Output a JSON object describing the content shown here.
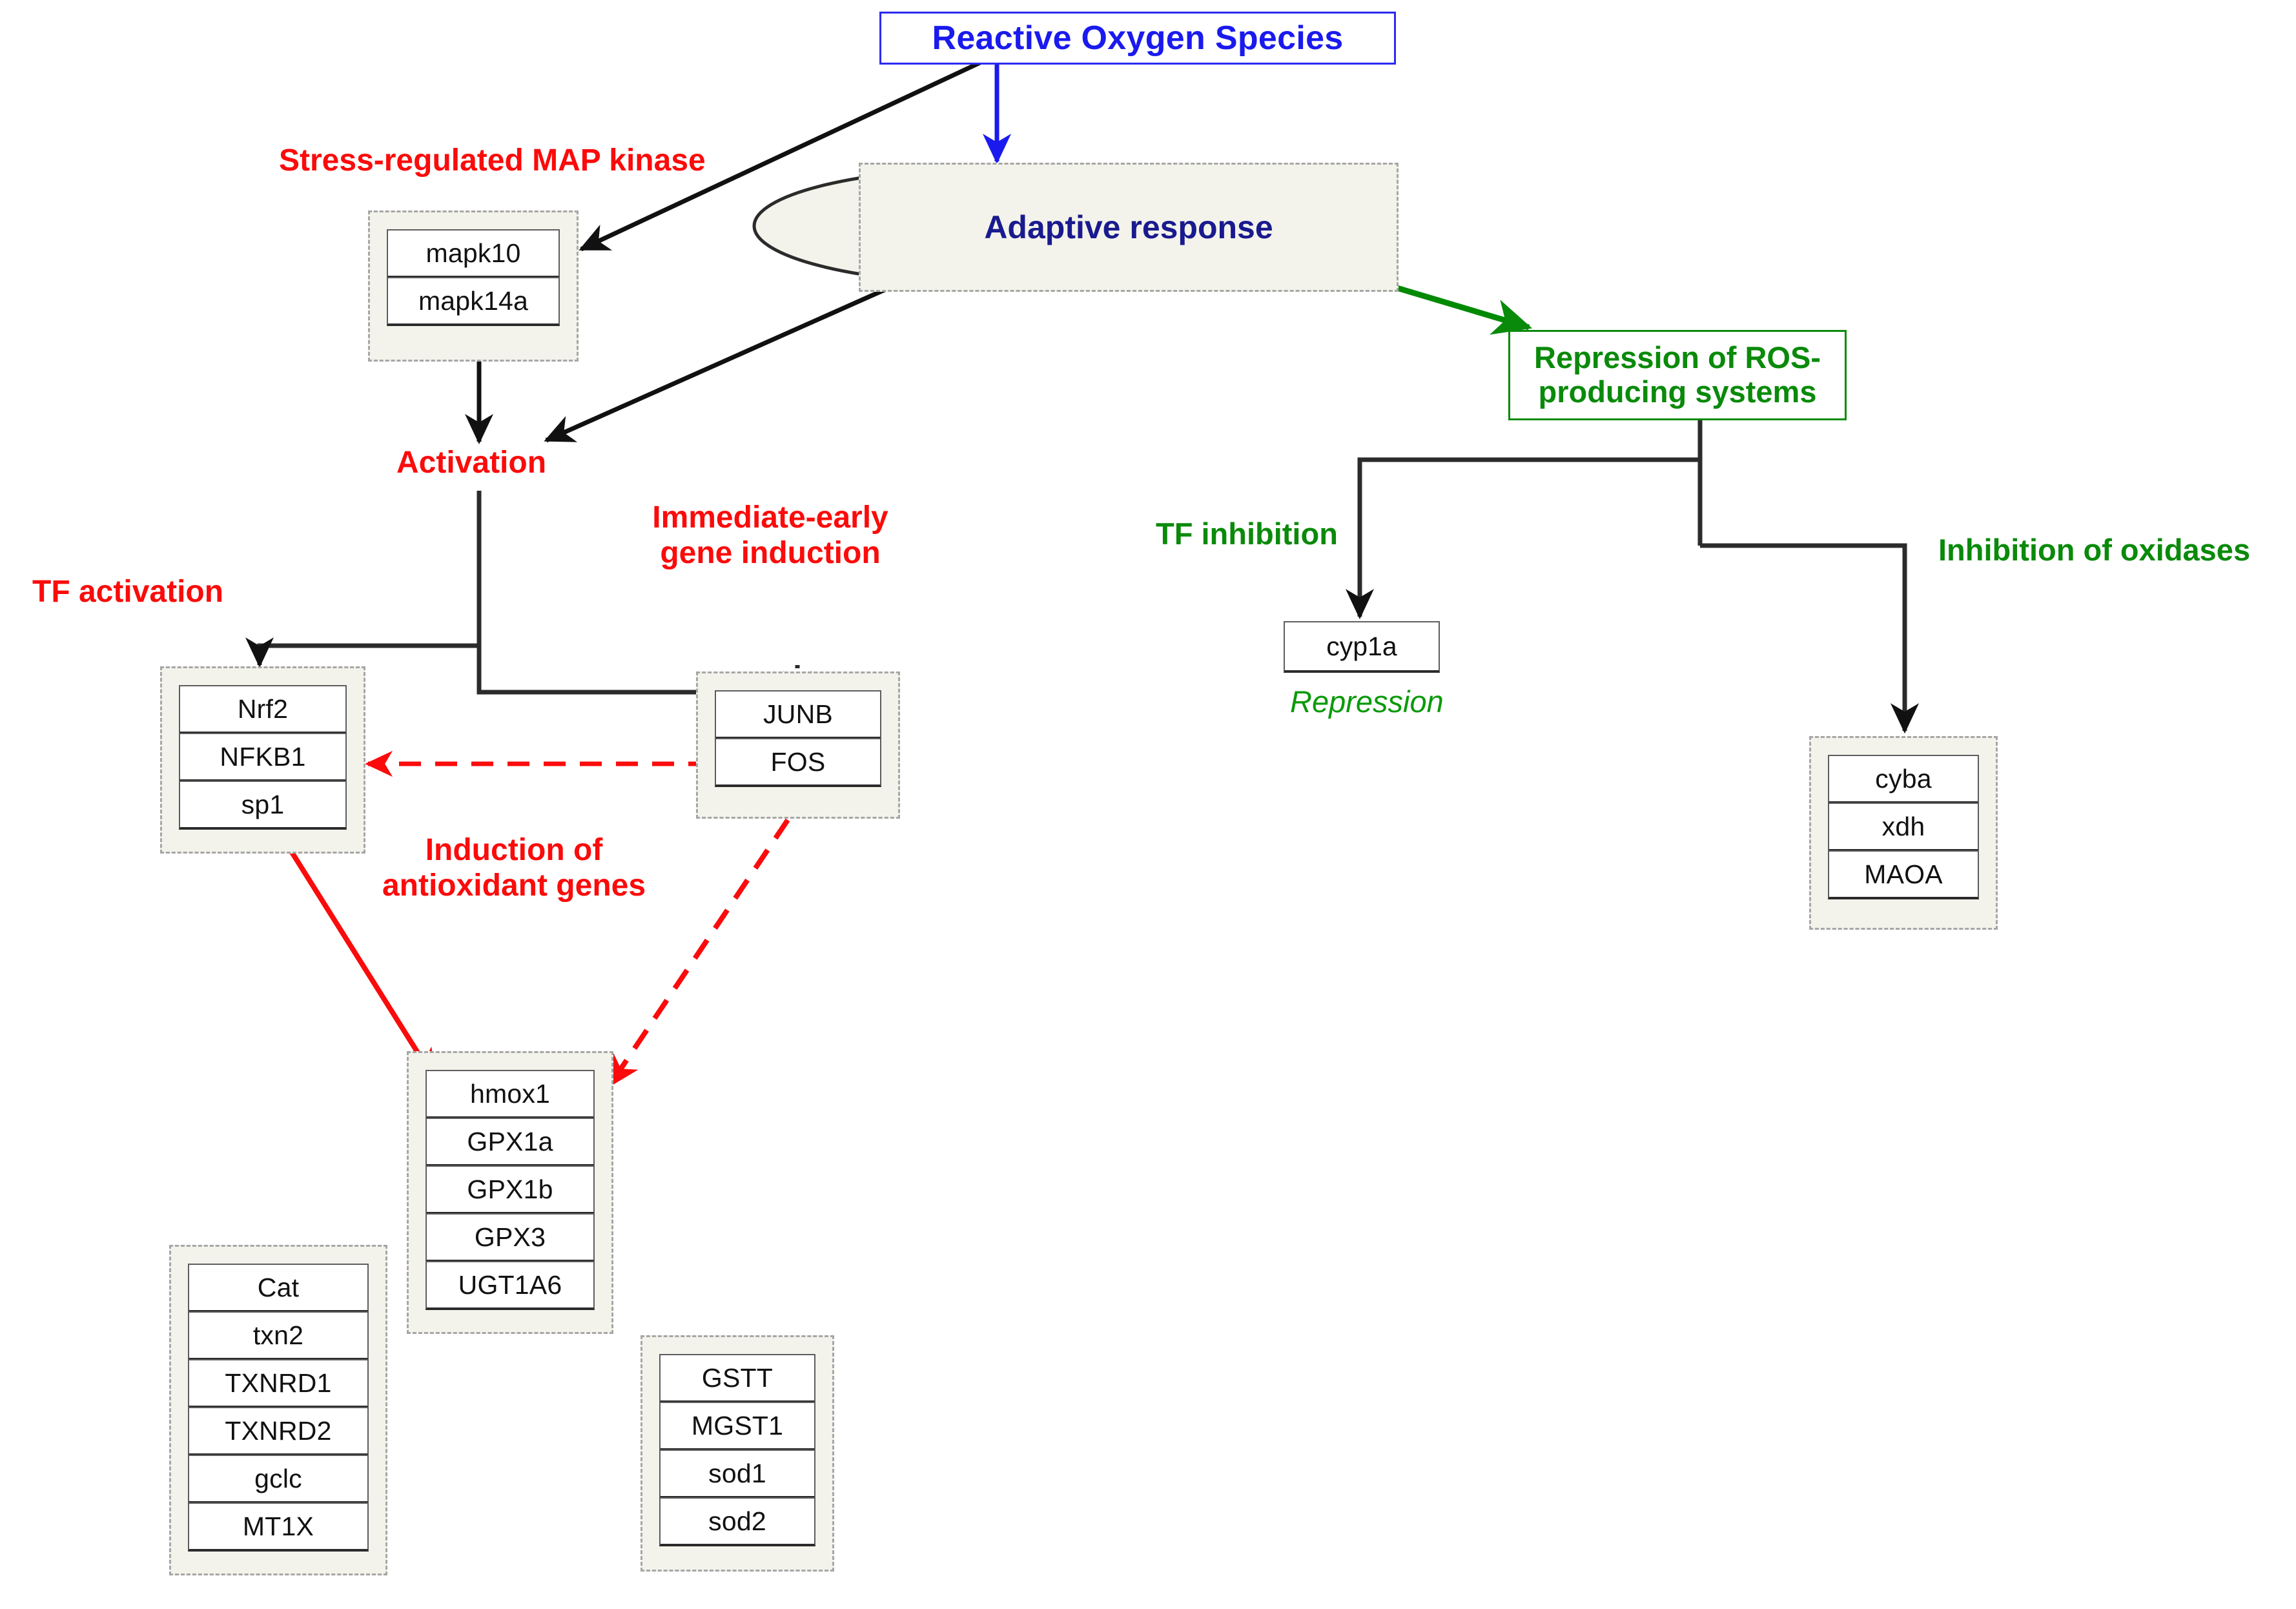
{
  "diagram": {
    "title_node": {
      "label": "Reactive Oxygen Species",
      "color": "#1a1aee"
    },
    "adaptive_node": {
      "label": "Adaptive response",
      "color": "#1a1a8f",
      "shape": "ellipse"
    },
    "repression_node": {
      "label": "Repression of ROS-\nproducing systems",
      "color": "#0a8a0a"
    },
    "labels": {
      "stress_map_kinase": "Stress-regulated MAP kinase",
      "activation": "Activation",
      "tf_activation": "TF activation",
      "immediate_early": "Immediate-early\ngene induction",
      "induction_antioxidant": "Induction of\nantioxidant genes",
      "tf_inhibition": "TF inhibition",
      "inhibition_oxidases": "Inhibition of oxidases",
      "repression_italic": "Repression"
    },
    "groups": {
      "mapk": {
        "genes": [
          "mapk10",
          "mapk14a"
        ]
      },
      "tf": {
        "genes": [
          "Nrf2",
          "NFKB1",
          "sp1"
        ]
      },
      "ie": {
        "genes": [
          "JUNB",
          "FOS"
        ]
      },
      "antioxidant": {
        "genes": [
          "hmox1",
          "GPX1a",
          "GPX1b",
          "GPX3",
          "UGT1A6"
        ]
      },
      "thioredoxin": {
        "genes": [
          "Cat",
          "txn2",
          "TXNRD1",
          "TXNRD2",
          "gclc",
          "MT1X"
        ]
      },
      "gst_sod": {
        "genes": [
          "GSTT",
          "MGST1",
          "sod1",
          "sod2"
        ]
      },
      "oxidases": {
        "genes": [
          "cyba",
          "xdh",
          "MAOA"
        ]
      }
    },
    "standalone": {
      "cyp1a": "cyp1a"
    },
    "colors": {
      "red": "#fb0b0b",
      "green": "#0a8a0a",
      "blue": "#1a1aee",
      "navy": "#1a1a8f",
      "black": "#1a1a1a",
      "group_fill": "#f3f3eb",
      "group_border": "#a6a6a6"
    }
  }
}
